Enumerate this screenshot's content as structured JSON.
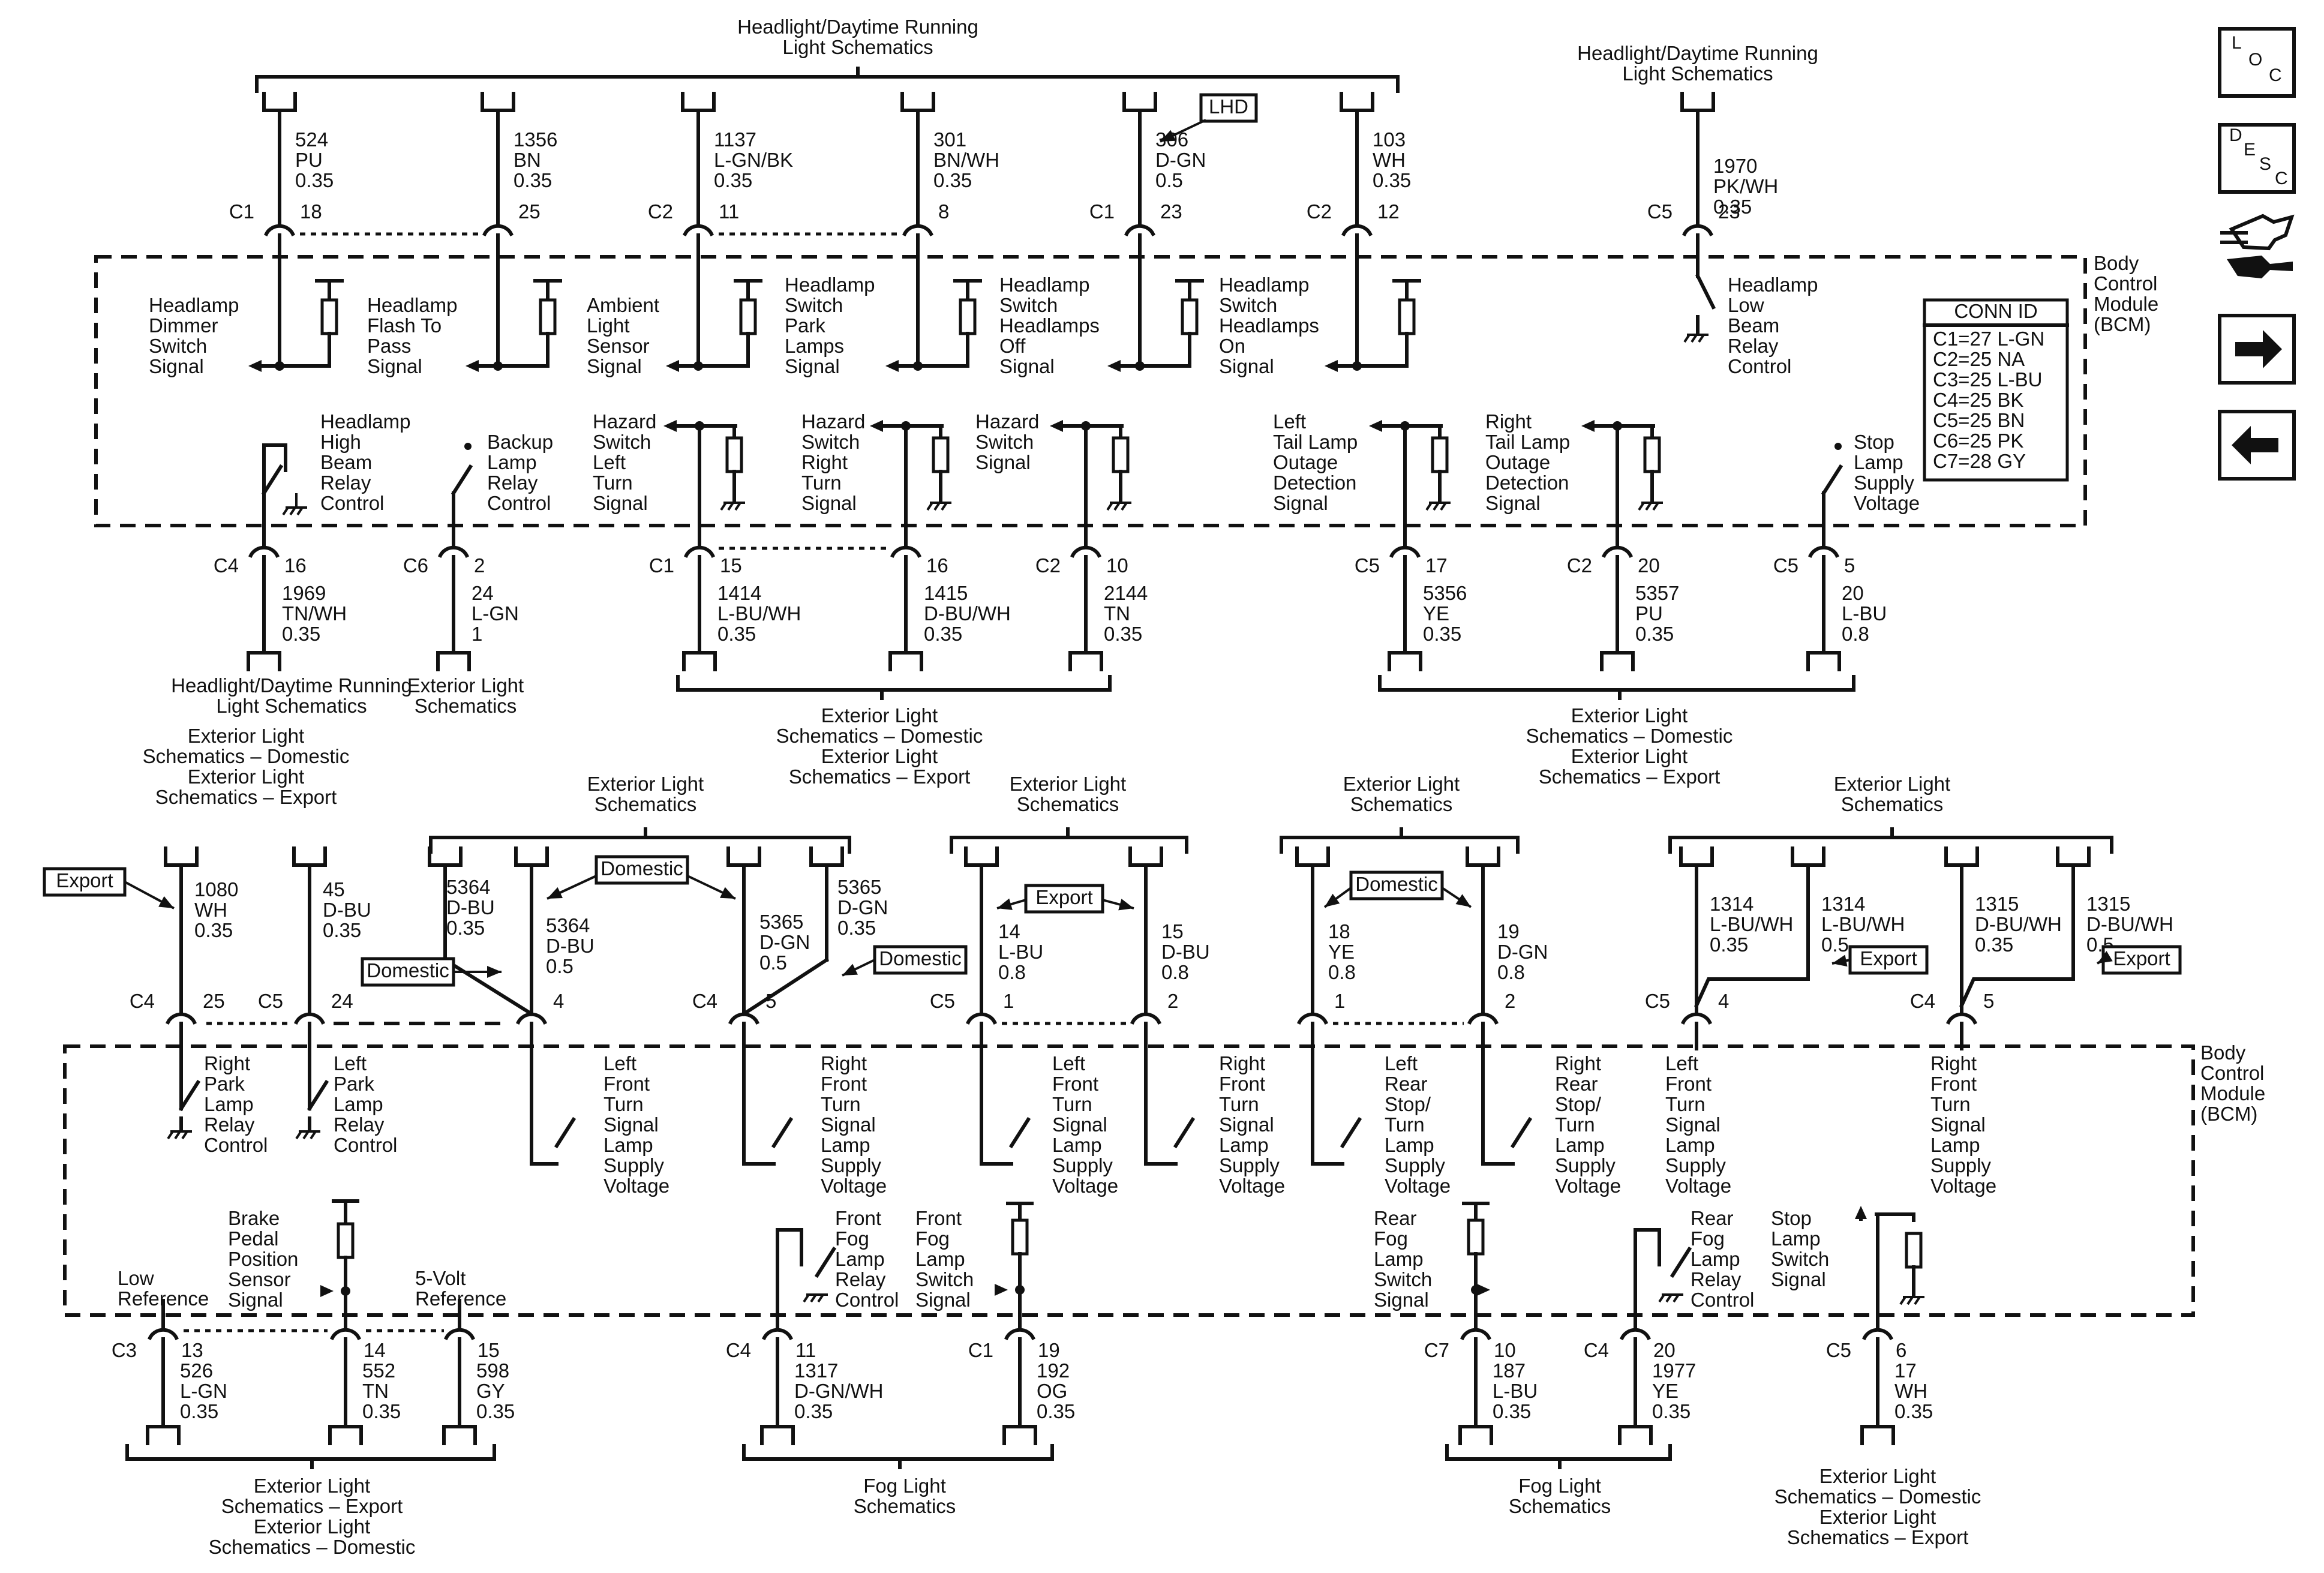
{
  "colors": {
    "ink": "#111111",
    "background": "#ffffff"
  },
  "module_label": [
    "Body",
    "Control",
    "Module",
    "(BCM)"
  ],
  "conn_table": {
    "title": "CONN ID",
    "rows": [
      "C1=27 L-GN",
      "C2=25 NA",
      "C3=25 L-BU",
      "C4=25 BK",
      "C5=25 BN",
      "C6=25 PK",
      "C7=28 GY"
    ]
  },
  "nav_icons": [
    "location-icon",
    "description-icon",
    "connector-wrench-icon",
    "arrow-right-icon",
    "arrow-left-icon"
  ],
  "nav_text": {
    "loc": [
      "L",
      "O",
      "C"
    ],
    "desc": [
      "D",
      "E",
      "S",
      "C"
    ]
  },
  "tags": [
    {
      "id": "lhd",
      "text": "LHD"
    },
    {
      "id": "export1",
      "text": "Export"
    },
    {
      "id": "domestic1",
      "text": "Domestic"
    },
    {
      "id": "domestic2",
      "text": "Domestic"
    },
    {
      "id": "domestic3",
      "text": "Domestic"
    },
    {
      "id": "export2",
      "text": "Export"
    },
    {
      "id": "domestic4",
      "text": "Domestic"
    },
    {
      "id": "export3",
      "text": "Export"
    },
    {
      "id": "export4",
      "text": "Export"
    }
  ],
  "refs": [
    {
      "id": "r1",
      "lines": [
        "Headlight/Daytime Running",
        "Light Schematics"
      ]
    },
    {
      "id": "r2",
      "lines": [
        "Headlight/Daytime Running",
        "Light Schematics"
      ]
    },
    {
      "id": "r3",
      "lines": [
        "Headlight/Daytime Running",
        "Light Schematics"
      ]
    },
    {
      "id": "r4",
      "lines": [
        "Exterior Light",
        "Schematics"
      ]
    },
    {
      "id": "r5",
      "lines": [
        "Exterior Light",
        "Schematics – Domestic",
        "Exterior Light",
        "Schematics – Export"
      ]
    },
    {
      "id": "r6",
      "lines": [
        "Exterior Light",
        "Schematics – Domestic",
        "Exterior Light",
        "Schematics – Export"
      ]
    },
    {
      "id": "r7",
      "lines": [
        "Exterior Light",
        "Schematics – Domestic",
        "Exterior Light",
        "Schematics – Export"
      ]
    },
    {
      "id": "r8",
      "lines": [
        "Exterior Light",
        "Schematics"
      ]
    },
    {
      "id": "r9",
      "lines": [
        "Exterior Light",
        "Schematics"
      ]
    },
    {
      "id": "r10",
      "lines": [
        "Exterior Light",
        "Schematics"
      ]
    },
    {
      "id": "r11",
      "lines": [
        "Exterior Light",
        "Schematics"
      ]
    },
    {
      "id": "r12",
      "lines": [
        "Exterior Light",
        "Schematics – Export",
        "Exterior Light",
        "Schematics – Domestic"
      ]
    },
    {
      "id": "r13",
      "lines": [
        "Fog Light",
        "Schematics"
      ]
    },
    {
      "id": "r14",
      "lines": [
        "Fog Light",
        "Schematics"
      ]
    },
    {
      "id": "r15",
      "lines": [
        "Exterior Light",
        "Schematics – Domestic",
        "Exterior Light",
        "Schematics – Export"
      ]
    }
  ],
  "wires": [
    {
      "id": "w524",
      "conn": "C1",
      "pin": "18",
      "circuit": "524",
      "color": "PU",
      "gauge": "0.35"
    },
    {
      "id": "w1356",
      "pin": "25",
      "circuit": "1356",
      "color": "BN",
      "gauge": "0.35"
    },
    {
      "id": "w1137",
      "conn": "C2",
      "pin": "11",
      "circuit": "1137",
      "color": "L-GN/BK",
      "gauge": "0.35"
    },
    {
      "id": "w301",
      "pin": "8",
      "circuit": "301",
      "color": "BN/WH",
      "gauge": "0.35"
    },
    {
      "id": "w306",
      "conn": "C1",
      "pin": "23",
      "circuit": "306",
      "color": "D-GN",
      "gauge": "0.5"
    },
    {
      "id": "w103",
      "conn": "C2",
      "pin": "12",
      "circuit": "103",
      "color": "WH",
      "gauge": "0.35"
    },
    {
      "id": "w1970",
      "conn": "C5",
      "pin": "23",
      "circuit": "1970",
      "color": "PK/WH",
      "gauge": "0.35"
    },
    {
      "id": "w1969",
      "conn": "C4",
      "pin": "16",
      "circuit": "1969",
      "color": "TN/WH",
      "gauge": "0.35"
    },
    {
      "id": "w24",
      "conn": "C6",
      "pin": "2",
      "circuit": "24",
      "color": "L-GN",
      "gauge": "1"
    },
    {
      "id": "w1414",
      "conn": "C1",
      "pin": "15",
      "circuit": "1414",
      "color": "L-BU/WH",
      "gauge": "0.35"
    },
    {
      "id": "w1415",
      "pin": "16",
      "circuit": "1415",
      "color": "D-BU/WH",
      "gauge": "0.35"
    },
    {
      "id": "w2144",
      "conn": "C2",
      "pin": "10",
      "circuit": "2144",
      "color": "TN",
      "gauge": "0.35"
    },
    {
      "id": "w5356",
      "conn": "C5",
      "pin": "17",
      "circuit": "5356",
      "color": "YE",
      "gauge": "0.35"
    },
    {
      "id": "w5357",
      "conn": "C2",
      "pin": "20",
      "circuit": "5357",
      "color": "PU",
      "gauge": "0.35"
    },
    {
      "id": "w20",
      "conn": "C5",
      "pin": "5",
      "circuit": "20",
      "color": "L-BU",
      "gauge": "0.8"
    },
    {
      "id": "w1080",
      "conn": "C4",
      "pin": "25",
      "circuit": "1080",
      "color": "WH",
      "gauge": "0.35"
    },
    {
      "id": "w45",
      "conn": "C5",
      "pin": "24",
      "circuit": "45",
      "color": "D-BU",
      "gauge": "0.35"
    },
    {
      "id": "w5364a",
      "circuit": "5364",
      "color": "D-BU",
      "gauge": "0.35"
    },
    {
      "id": "w5364b",
      "pin": "4",
      "circuit": "5364",
      "color": "D-BU",
      "gauge": "0.5"
    },
    {
      "id": "w5365b",
      "conn": "C4",
      "pin": "5",
      "circuit": "5365",
      "color": "D-GN",
      "gauge": "0.5"
    },
    {
      "id": "w5365a",
      "circuit": "5365",
      "color": "D-GN",
      "gauge": "0.35"
    },
    {
      "id": "w14",
      "conn": "C5",
      "pin": "1",
      "circuit": "14",
      "color": "L-BU",
      "gauge": "0.8"
    },
    {
      "id": "w15",
      "pin": "2",
      "circuit": "15",
      "color": "D-BU",
      "gauge": "0.8"
    },
    {
      "id": "w18",
      "pin": "1",
      "circuit": "18",
      "color": "YE",
      "gauge": "0.8"
    },
    {
      "id": "w19",
      "pin": "2",
      "circuit": "19",
      "color": "D-GN",
      "gauge": "0.8"
    },
    {
      "id": "w1314a",
      "conn": "C5",
      "pin": "4",
      "circuit": "1314",
      "color": "L-BU/WH",
      "gauge": "0.35"
    },
    {
      "id": "w1314b",
      "circuit": "1314",
      "color": "L-BU/WH",
      "gauge": "0.5"
    },
    {
      "id": "w1315a",
      "conn": "C4",
      "pin": "5",
      "circuit": "1315",
      "color": "D-BU/WH",
      "gauge": "0.35"
    },
    {
      "id": "w1315b",
      "circuit": "1315",
      "color": "D-BU/WH",
      "gauge": "0.5"
    },
    {
      "id": "w526",
      "conn": "C3",
      "pin": "13",
      "circuit": "526",
      "color": "L-GN",
      "gauge": "0.35"
    },
    {
      "id": "w552",
      "pin": "14",
      "circuit": "552",
      "color": "TN",
      "gauge": "0.35"
    },
    {
      "id": "w598",
      "pin": "15",
      "circuit": "598",
      "color": "GY",
      "gauge": "0.35"
    },
    {
      "id": "w1317",
      "conn": "C4",
      "pin": "11",
      "circuit": "1317",
      "color": "D-GN/WH",
      "gauge": "0.35"
    },
    {
      "id": "w192",
      "conn": "C1",
      "pin": "19",
      "circuit": "192",
      "color": "OG",
      "gauge": "0.35"
    },
    {
      "id": "w187",
      "conn": "C7",
      "pin": "10",
      "circuit": "187",
      "color": "L-BU",
      "gauge": "0.35"
    },
    {
      "id": "w1977",
      "conn": "C4",
      "pin": "20",
      "circuit": "1977",
      "color": "YE",
      "gauge": "0.35"
    },
    {
      "id": "w17",
      "conn": "C5",
      "pin": "6",
      "circuit": "17",
      "color": "WH",
      "gauge": "0.35"
    }
  ],
  "functions": [
    {
      "id": "f_dimmer",
      "lines": [
        "Headlamp",
        "Dimmer",
        "Switch",
        "Signal"
      ]
    },
    {
      "id": "f_flash",
      "lines": [
        "Headlamp",
        "Flash To",
        "Pass",
        "Signal"
      ]
    },
    {
      "id": "f_ambient",
      "lines": [
        "Ambient",
        "Light",
        "Sensor",
        "Signal"
      ]
    },
    {
      "id": "f_park",
      "lines": [
        "Headlamp",
        "Switch",
        "Park",
        "Lamps",
        "Signal"
      ]
    },
    {
      "id": "f_off",
      "lines": [
        "Headlamp",
        "Switch",
        "Headlamps",
        "Off",
        "Signal"
      ]
    },
    {
      "id": "f_on",
      "lines": [
        "Headlamp",
        "Switch",
        "Headlamps",
        "On",
        "Signal"
      ]
    },
    {
      "id": "f_lowbeam",
      "lines": [
        "Headlamp",
        "Low",
        "Beam",
        "Relay",
        "Control"
      ]
    },
    {
      "id": "f_highbeam",
      "lines": [
        "Headlamp",
        "High",
        "Beam",
        "Relay",
        "Control"
      ]
    },
    {
      "id": "f_backup",
      "lines": [
        "Backup",
        "Lamp",
        "Relay",
        "Control"
      ]
    },
    {
      "id": "f_hazleft",
      "lines": [
        "Hazard",
        "Switch",
        "Left",
        "Turn",
        "Signal"
      ]
    },
    {
      "id": "f_hazright",
      "lines": [
        "Hazard",
        "Switch",
        "Right",
        "Turn",
        "Signal"
      ]
    },
    {
      "id": "f_hazsig",
      "lines": [
        "Hazard",
        "Switch",
        "Signal"
      ]
    },
    {
      "id": "f_ltail",
      "lines": [
        "Left",
        "Tail Lamp",
        "Outage",
        "Detection",
        "Signal"
      ]
    },
    {
      "id": "f_rtail",
      "lines": [
        "Right",
        "Tail Lamp",
        "Outage",
        "Detection",
        "Signal"
      ]
    },
    {
      "id": "f_stopsupply",
      "lines": [
        "Stop",
        "Lamp",
        "Supply",
        "Voltage"
      ]
    },
    {
      "id": "f_rpark",
      "lines": [
        "Right",
        "Park",
        "Lamp",
        "Relay",
        "Control"
      ]
    },
    {
      "id": "f_lpark",
      "lines": [
        "Left",
        "Park",
        "Lamp",
        "Relay",
        "Control"
      ]
    },
    {
      "id": "f_lft1",
      "lines": [
        "Left",
        "Front",
        "Turn",
        "Signal",
        "Lamp",
        "Supply",
        "Voltage"
      ]
    },
    {
      "id": "f_rft1",
      "lines": [
        "Right",
        "Front",
        "Turn",
        "Signal",
        "Lamp",
        "Supply",
        "Voltage"
      ]
    },
    {
      "id": "f_lft2",
      "lines": [
        "Left",
        "Front",
        "Turn",
        "Signal",
        "Lamp",
        "Supply",
        "Voltage"
      ]
    },
    {
      "id": "f_rft2",
      "lines": [
        "Right",
        "Front",
        "Turn",
        "Signal",
        "Lamp",
        "Supply",
        "Voltage"
      ]
    },
    {
      "id": "f_lrst",
      "lines": [
        "Left",
        "Rear",
        "Stop/",
        "Turn",
        "Lamp",
        "Supply",
        "Voltage"
      ]
    },
    {
      "id": "f_rrst",
      "lines": [
        "Right",
        "Rear",
        "Stop/",
        "Turn",
        "Lamp",
        "Supply",
        "Voltage"
      ]
    },
    {
      "id": "f_lft3",
      "lines": [
        "Left",
        "Front",
        "Turn",
        "Signal",
        "Lamp",
        "Supply",
        "Voltage"
      ]
    },
    {
      "id": "f_rft3",
      "lines": [
        "Right",
        "Front",
        "Turn",
        "Signal",
        "Lamp",
        "Supply",
        "Voltage"
      ]
    },
    {
      "id": "f_lowref",
      "lines": [
        "Low",
        "Reference"
      ]
    },
    {
      "id": "f_brake",
      "lines": [
        "Brake",
        "Pedal",
        "Position",
        "Sensor",
        "Signal"
      ]
    },
    {
      "id": "f_5v",
      "lines": [
        "5-Volt",
        "Reference"
      ]
    },
    {
      "id": "f_ffrelay",
      "lines": [
        "Front",
        "Fog",
        "Lamp",
        "Relay",
        "Control"
      ]
    },
    {
      "id": "f_ffswitch",
      "lines": [
        "Front",
        "Fog",
        "Lamp",
        "Switch",
        "Signal"
      ]
    },
    {
      "id": "f_rfswitch",
      "lines": [
        "Rear",
        "Fog",
        "Lamp",
        "Switch",
        "Signal"
      ]
    },
    {
      "id": "f_rfrelay",
      "lines": [
        "Rear",
        "Fog",
        "Lamp",
        "Relay",
        "Control"
      ]
    },
    {
      "id": "f_stopsw",
      "lines": [
        "Stop",
        "Lamp",
        "Switch",
        "Signal"
      ]
    }
  ]
}
